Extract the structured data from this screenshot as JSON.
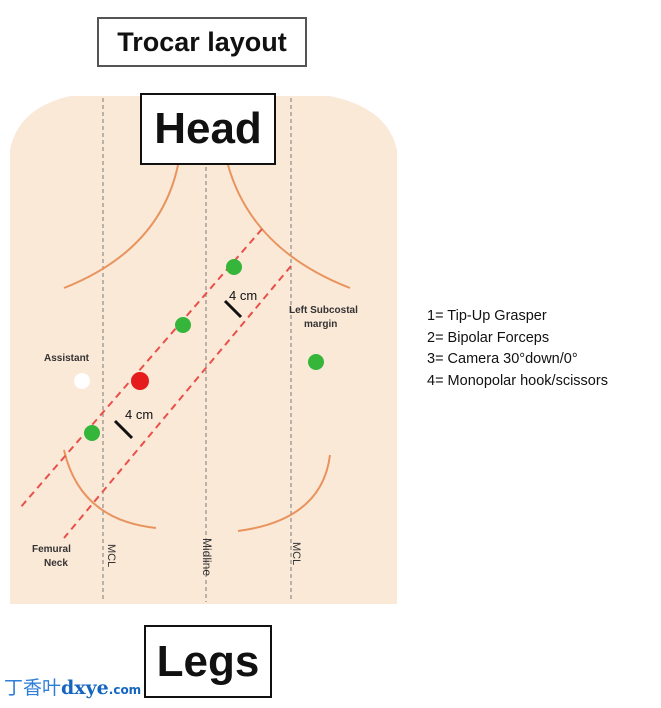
{
  "title": "Trocar layout",
  "head_label": "Head",
  "legs_label": "Legs",
  "annotations": {
    "assistant": "Assistant",
    "subcostal_line1": "Left Subcostal",
    "subcostal_line2": "margin",
    "femoral_line1": "Femural",
    "femoral_line2": "Neck",
    "mcl_left": "MCL",
    "midline": "Midline",
    "mcl_right": "MCL",
    "dist_upper": "4 cm",
    "dist_lower": "4 cm"
  },
  "legend": [
    "1= Tip-Up Grasper",
    "2= Bipolar Forceps",
    "3= Camera 30°down/0°",
    "4= Monopolar hook/scissors"
  ],
  "watermark": {
    "chinese": "丁香叶",
    "latin": "dxye",
    "suffix": ".com"
  },
  "colors": {
    "torso": "#fbe9d8",
    "contour": "#e8945f",
    "dashed_line": "#e8504a",
    "port_green": "#35b63a",
    "port_red": "#e51c1c",
    "assistant_port": "#ffffff"
  }
}
